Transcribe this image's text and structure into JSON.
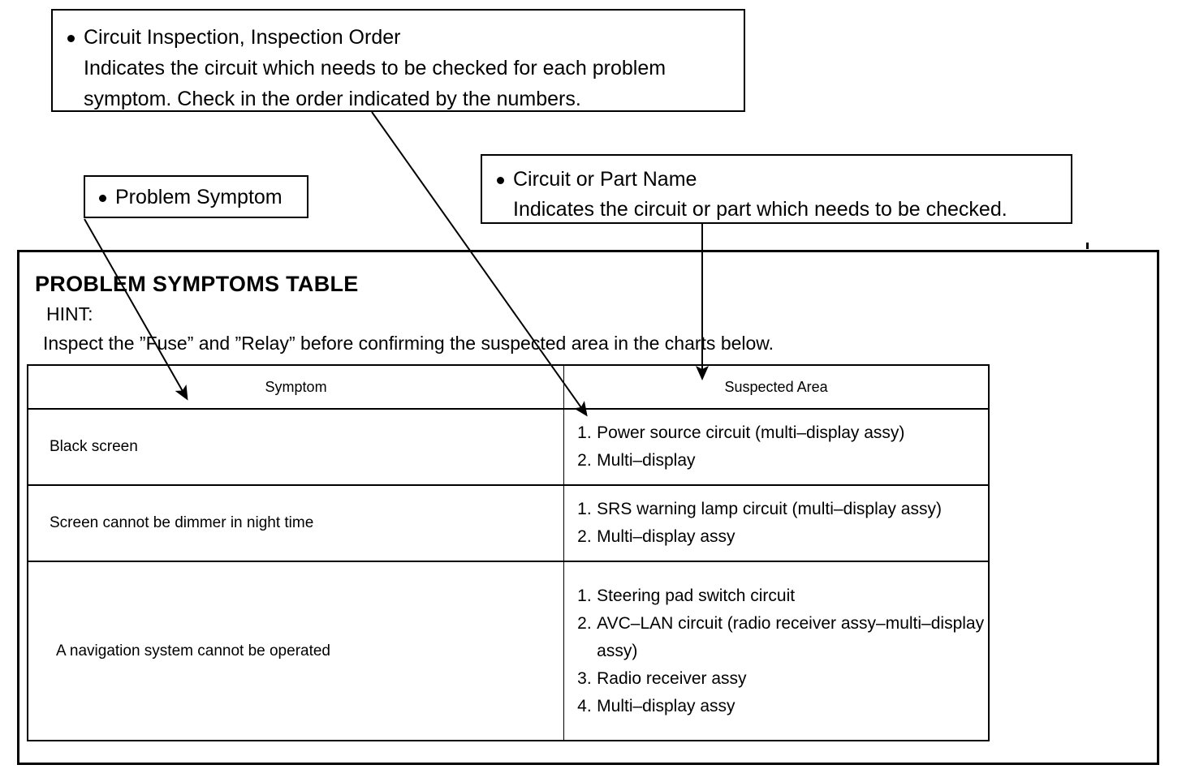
{
  "callouts": {
    "inspection": {
      "heading": "Circuit Inspection, Inspection Order",
      "line2": "Indicates the circuit which needs to be checked for each problem",
      "line3": "symptom. Check in the order indicated by the numbers."
    },
    "symptom": {
      "heading": "Problem Symptom"
    },
    "part_name": {
      "heading": "Circuit or Part Name",
      "line2": "Indicates the circuit or part which needs to be checked."
    }
  },
  "heading": {
    "title": "PROBLEM SYMPTOMS TABLE",
    "hint_label": "HINT:",
    "hint_text": "Inspect the ”Fuse” and ”Relay” before confirming the suspected area in the charts below."
  },
  "table": {
    "columns": {
      "symptom": "Symptom",
      "suspected_area": "Suspected Area"
    },
    "rows": [
      {
        "symptom": "Black screen",
        "suspected_area": [
          {
            "num": "1.",
            "text": "Power source circuit (multi–display assy)"
          },
          {
            "num": "2.",
            "text": "Multi–display"
          }
        ]
      },
      {
        "symptom": "Screen cannot be dimmer in night time",
        "suspected_area": [
          {
            "num": "1.",
            "text": "SRS warning lamp circuit (multi–display assy)"
          },
          {
            "num": "2.",
            "text": "Multi–display assy"
          }
        ]
      },
      {
        "symptom": "A navigation system cannot be operated",
        "suspected_area": [
          {
            "num": "1.",
            "text": "Steering pad switch circuit"
          },
          {
            "num": "2.",
            "text": "AVC–LAN circuit (radio receiver assy–multi–display assy)"
          },
          {
            "num": "3.",
            "text": "Radio receiver assy"
          },
          {
            "num": "4.",
            "text": "Multi–display assy"
          }
        ]
      }
    ]
  },
  "colors": {
    "ink": "#000000",
    "paper": "#ffffff"
  }
}
